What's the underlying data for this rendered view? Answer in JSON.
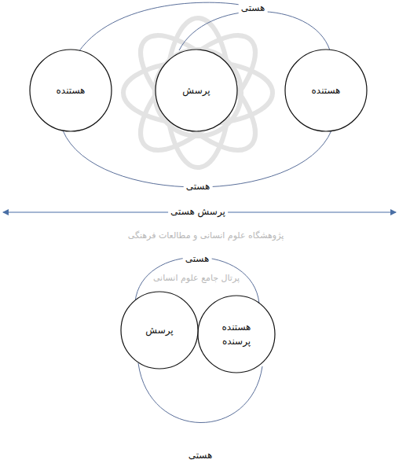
{
  "diagram": {
    "nodes": [
      {
        "text": [
          "هستنده"
        ]
      },
      {
        "text": [
          "پرسش"
        ]
      },
      {
        "text": [
          "هستنده"
        ]
      },
      {
        "text": [
          "هستنده پرسنده"
        ]
      },
      {
        "text": [
          "پرسش"
        ]
      }
    ],
    "labels": [
      "هستی",
      "هستی",
      "پرسش هستی",
      "هستی",
      "هستی",
      "پژوهشگاه علوم انسانی و مطالعات فرهنگی",
      "پرتال جامع علوم انسانی"
    ]
  }
}
